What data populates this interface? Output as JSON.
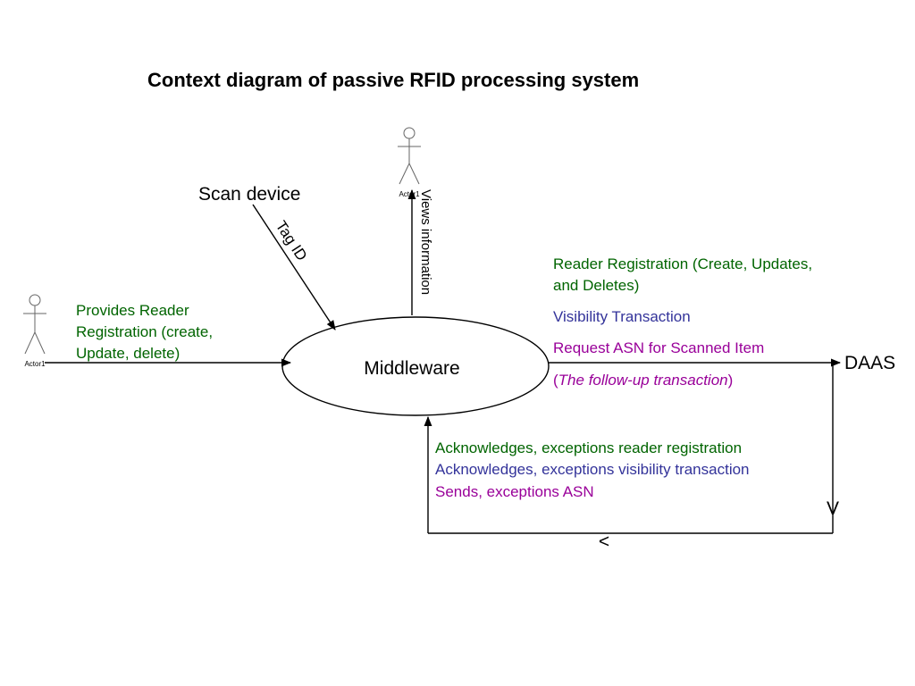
{
  "title": "Context diagram of passive RFID processing system",
  "process": {
    "label": "Middleware"
  },
  "entities": {
    "scan_device": "Scan device",
    "daas": "DAAS",
    "actor_left": "Actor1",
    "actor_top": "Actor1"
  },
  "flows": {
    "tag_id": "Tag ID",
    "views_information": "Views information",
    "provides_registration": [
      "Provides Reader",
      "Registration (create,",
      "Update, delete)"
    ],
    "to_daas": {
      "reader_registration": [
        "Reader Registration (Create, Updates,",
        "and Deletes)"
      ],
      "visibility_transaction": "Visibility Transaction",
      "request_asn": "Request ASN for Scanned Item",
      "followup_open": "(",
      "followup_italic": "The follow-up transaction",
      "followup_close": ")"
    },
    "from_daas": {
      "ack_reader": "Acknowledges, exceptions reader registration",
      "ack_visibility": "Acknowledges, exceptions visibility transaction",
      "sends_asn": "Sends, exceptions ASN"
    },
    "return_down_marker": "V",
    "return_left_marker": "<"
  },
  "colors": {
    "green": "#006400",
    "blue": "#33339a",
    "purple": "#990099"
  }
}
